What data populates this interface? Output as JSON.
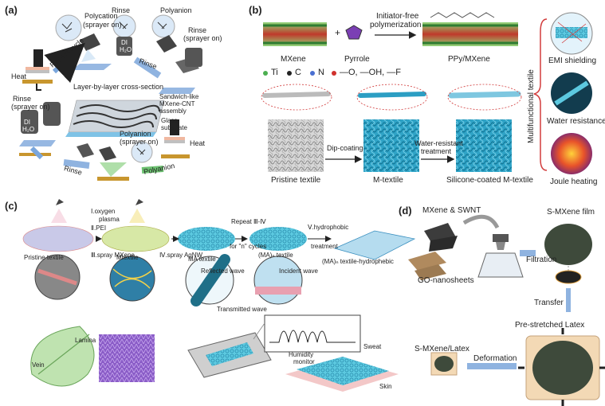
{
  "panels": {
    "a": {
      "label": "(a)",
      "polycation": "Polycation",
      "sprayer_on": "(sprayer on)",
      "rinse": "Rinse",
      "polyanion": "Polyanion",
      "rinse_sprayer": "Rinse",
      "sprayer_on_2": "(sprayer on)",
      "di": "DI",
      "h2o": "H₂O",
      "repeat_cycle": "Repeat cycle",
      "heat": "Heat",
      "cross_section": "Layer-by-layer cross-section",
      "sandwich_1": "Sandwich-like",
      "sandwich_2": "MXene-CNT",
      "sandwich_3": "assembly",
      "glass_1": "Glass",
      "glass_2": "substrate",
      "polyanion_bottom": "Polyanion",
      "sprayer_on_3": "(sprayer on)",
      "heat_right": "Heat",
      "rinse_left": "Rinse",
      "sprayer_on_4": "(sprayer on)",
      "rinse_bottom": "Rinse",
      "polyanion_arrow": "Polyanion"
    },
    "b": {
      "label": "(b)",
      "initiator_1": "Initiator-free",
      "initiator_2": "polymerization",
      "mxene": "MXene",
      "pyrrole": "Pyrrole",
      "ppy_mxene": "PPy/MXene",
      "legend_ti": "Ti",
      "legend_c": "C",
      "legend_n": "N",
      "legend_groups": "—O, —OH, —F",
      "dip_coating": "Dip-coating",
      "water_resistant_1": "Water-resistant",
      "water_resistant_2": "treatment",
      "pristine": "Pristine textile",
      "m_textile": "M-textile",
      "silicone": "Silicone-coated M-textile",
      "multifunctional": "Multifunctional textile",
      "emi": "EMI shielding",
      "water_resistance": "Water resistance",
      "joule": "Joule heating"
    },
    "c": {
      "label": "(c)",
      "step_i_1": "Ⅰ.oxygen",
      "step_i_2": "plasma",
      "step_ii": "Ⅱ.PEI",
      "step_iii": "Ⅲ.spray MXene",
      "step_iv": "Ⅳ.spray AgNW",
      "repeat": "Repeat Ⅲ-Ⅳ",
      "for_n": "for \"n\" cycles",
      "step_v": "Ⅴ.hydrophobic",
      "treatment": "treatment",
      "pristine": "Pristine textile",
      "mtextile": "Mtextile",
      "ma_textile": "MA textile",
      "ma_n_textile": "(MA)ₙ textile",
      "ma_n_hydro": "(MA)ₙ textile-hydrophebic",
      "reflected": "Reflected wave",
      "incident": "Incident wave",
      "transmitted": "Transmitted wave",
      "lamina": "Lamina",
      "vein": "Vein",
      "sweat": "Sweat",
      "humidity_1": "Humidity",
      "humidity_2": "monitor",
      "skin": "Skin"
    },
    "d": {
      "label": "(d)",
      "mxene_swnt": "MXene & SWNT",
      "s_mxene_film": "S-MXene film",
      "filtration": "Filtration",
      "go": "GO-nanosheets",
      "transfer": "Transfer",
      "latex": "Pre-stretched Latex",
      "s_mxene_latex": "S-MXene/Latex",
      "deformation": "Deformation"
    }
  },
  "colors": {
    "mxene_green": "#4caf50",
    "ti_green": "#5cb85c",
    "textile_blue": "#3aa9c9",
    "arrow_blue": "#8fb3e0",
    "polyanion_green": "#6cc070",
    "latex": "#f3d9b5",
    "film_dark": "#3e4a3b",
    "bracket_red": "#d23c3c"
  },
  "icons": [
    "sprayer-icon",
    "beaker-icon",
    "heater-icon",
    "arrow-icon",
    "leaf-icon",
    "sensor-icon",
    "funnel-icon",
    "film-disc-icon"
  ]
}
